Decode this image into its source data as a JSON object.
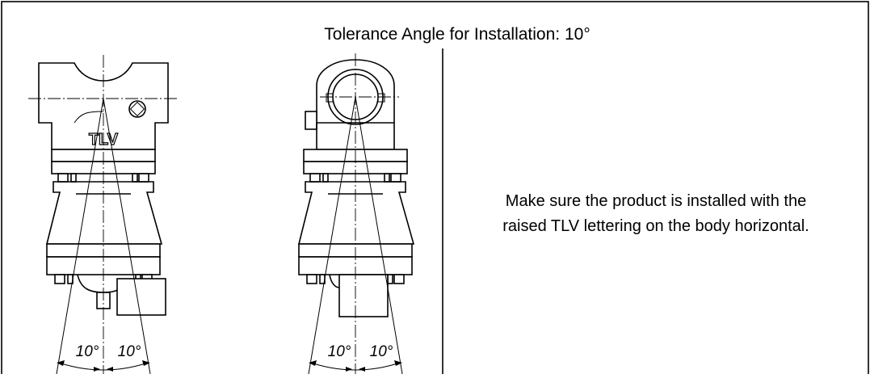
{
  "title": "Tolerance Angle for Installation: 10°",
  "instruction": {
    "line1": "Make sure the product is installed with the",
    "line2": "raised TLV lettering on the body horizontal."
  },
  "front_view": {
    "logo": "TLV",
    "angle_left": "10°",
    "angle_right": "10°"
  },
  "side_view": {
    "angle_left": "10°",
    "angle_right": "10°"
  },
  "colors": {
    "line": "#000000",
    "background": "#ffffff"
  }
}
